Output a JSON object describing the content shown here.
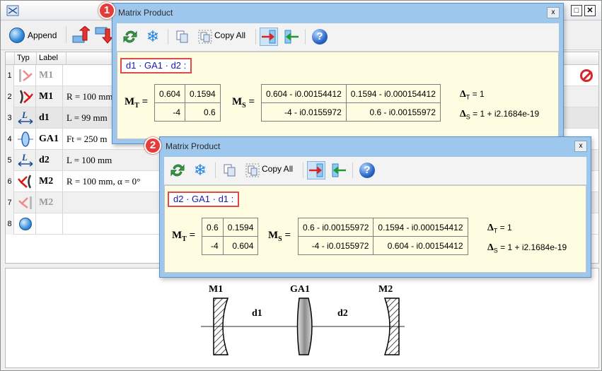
{
  "main": {
    "toolbar": {
      "append_label": "Append"
    },
    "columns": {
      "type": "Typ",
      "label": "Label"
    },
    "rows": [
      {
        "num": "1",
        "label": "M1",
        "params": "",
        "gray": true
      },
      {
        "num": "2",
        "label": "M1",
        "params": "R = 100 mm"
      },
      {
        "num": "3",
        "label": "d1",
        "params": "L = 99 mm"
      },
      {
        "num": "4",
        "label": "GA1",
        "params": "Ft = 250 m"
      },
      {
        "num": "5",
        "label": "d2",
        "params": "L = 100 mm"
      },
      {
        "num": "6",
        "label": "M2",
        "params": "R = 100 mm, α = 0°"
      },
      {
        "num": "7",
        "label": "M2",
        "params": "",
        "gray": true
      },
      {
        "num": "8",
        "label": "",
        "params": ""
      }
    ],
    "diagram": {
      "m1": "M1",
      "ga1": "GA1",
      "m2": "M2",
      "d1": "d1",
      "d2": "d2"
    }
  },
  "popup1": {
    "title": "Matrix Product",
    "close": "x",
    "copy_all": "Copy All",
    "help": "?",
    "badge": "1",
    "expression": "d1 · GA1 · d2 :",
    "mt_label": "M",
    "mt_sub": "T",
    "mt_eq": "=",
    "mt": {
      "a": "0.604",
      "b": "0.1594",
      "c": "-4",
      "d": "0.6"
    },
    "ms_label": "M",
    "ms_sub": "S",
    "ms_eq": "=",
    "ms": {
      "a": "0.604 - i0.00154412",
      "b": "0.1594 - i0.000154412",
      "c": "-4 - i0.0155972",
      "d": "0.6 - i0.00155972"
    },
    "delta_t": {
      "sym": "Δ",
      "sub": "T",
      "val": "= 1"
    },
    "delta_s": {
      "sym": "Δ",
      "sub": "S",
      "val": "= 1 + i2.1684e-19"
    }
  },
  "popup2": {
    "title": "Matrix Product",
    "close": "x",
    "copy_all": "Copy All",
    "help": "?",
    "badge": "2",
    "expression": "d2 · GA1 · d1 :",
    "mt_label": "M",
    "mt_sub": "T",
    "mt_eq": "=",
    "mt": {
      "a": "0.6",
      "b": "0.1594",
      "c": "-4",
      "d": "0.604"
    },
    "ms_label": "M",
    "ms_sub": "S",
    "ms_eq": "=",
    "ms": {
      "a": "0.6 - i0.00155972",
      "b": "0.1594 - i0.000154412",
      "c": "-4 - i0.0155972",
      "d": "0.604 - i0.00154412"
    },
    "delta_t": {
      "sym": "Δ",
      "sub": "T",
      "val": "= 1"
    },
    "delta_s": {
      "sym": "Δ",
      "sub": "S",
      "val": "= 1 + i2.1684e-19"
    }
  }
}
